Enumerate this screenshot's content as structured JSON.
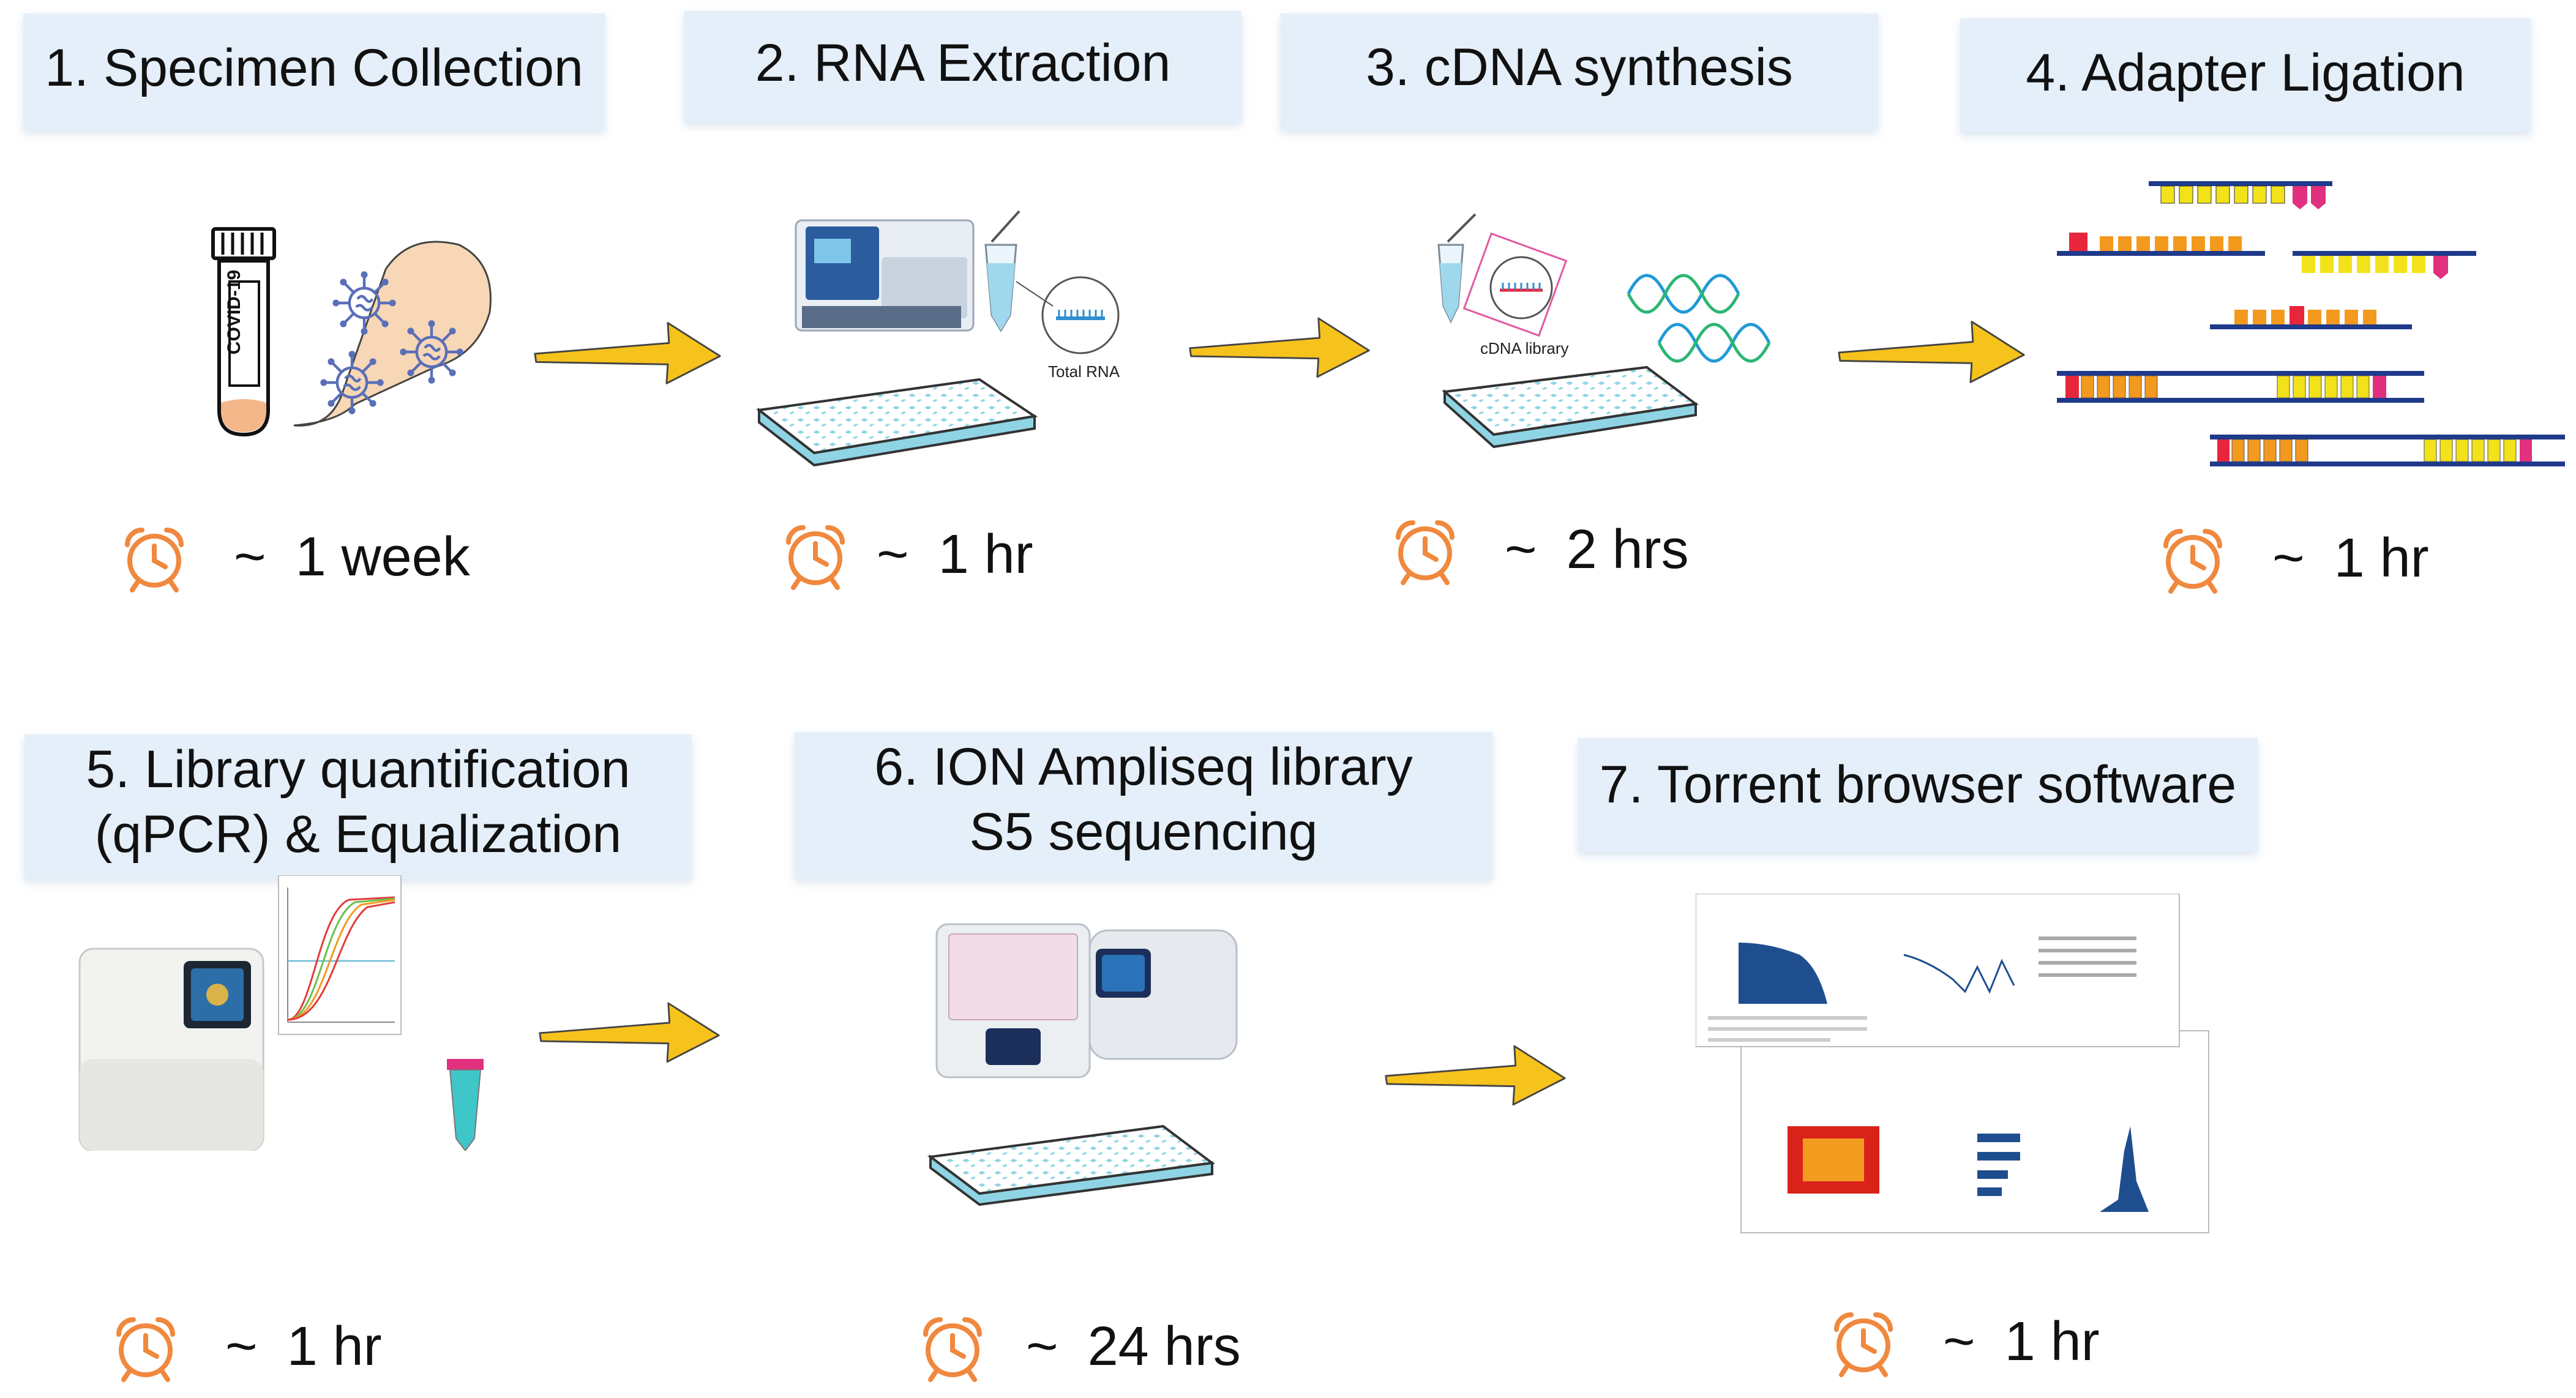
{
  "steps": [
    {
      "id": 1,
      "title_lines": [
        "1. Specimen Collection"
      ],
      "duration": "1 week"
    },
    {
      "id": 2,
      "title_lines": [
        "2. RNA Extraction"
      ],
      "duration": "1 hr"
    },
    {
      "id": 3,
      "title_lines": [
        "3. cDNA synthesis"
      ],
      "duration": "2 hrs"
    },
    {
      "id": 4,
      "title_lines": [
        "4. Adapter Ligation"
      ],
      "duration": "1 hr"
    },
    {
      "id": 5,
      "title_lines": [
        "5. Library quantification",
        "(qPCR) & Equalization"
      ],
      "duration": "1 hr"
    },
    {
      "id": 6,
      "title_lines": [
        "6. ION Ampliseq library",
        "S5 sequencing"
      ],
      "duration": "24 hrs"
    },
    {
      "id": 7,
      "title_lines": [
        "7. Torrent browser software"
      ],
      "duration": "1 hr"
    }
  ],
  "tilde": "~",
  "tube_label": "COVID-19",
  "total_rna_label": "Total RNA",
  "cdna_library_label": "cDNA library",
  "icons": {
    "duration": "alarm-clock-icon",
    "flow": "arrow-right-icon"
  },
  "colors": {
    "title_bg": "#e4eff9",
    "arrow": "#f6c21c",
    "clock": "#f0883e",
    "virus": "#5a6fb8",
    "bubble": "#f8d7b6",
    "dna_blue": "#1f3a8a",
    "adapter_red": "#e8263b",
    "adapter_orange": "#f39a1e",
    "adapter_yellow": "#f2e21a",
    "adapter_pink": "#e0307e"
  }
}
